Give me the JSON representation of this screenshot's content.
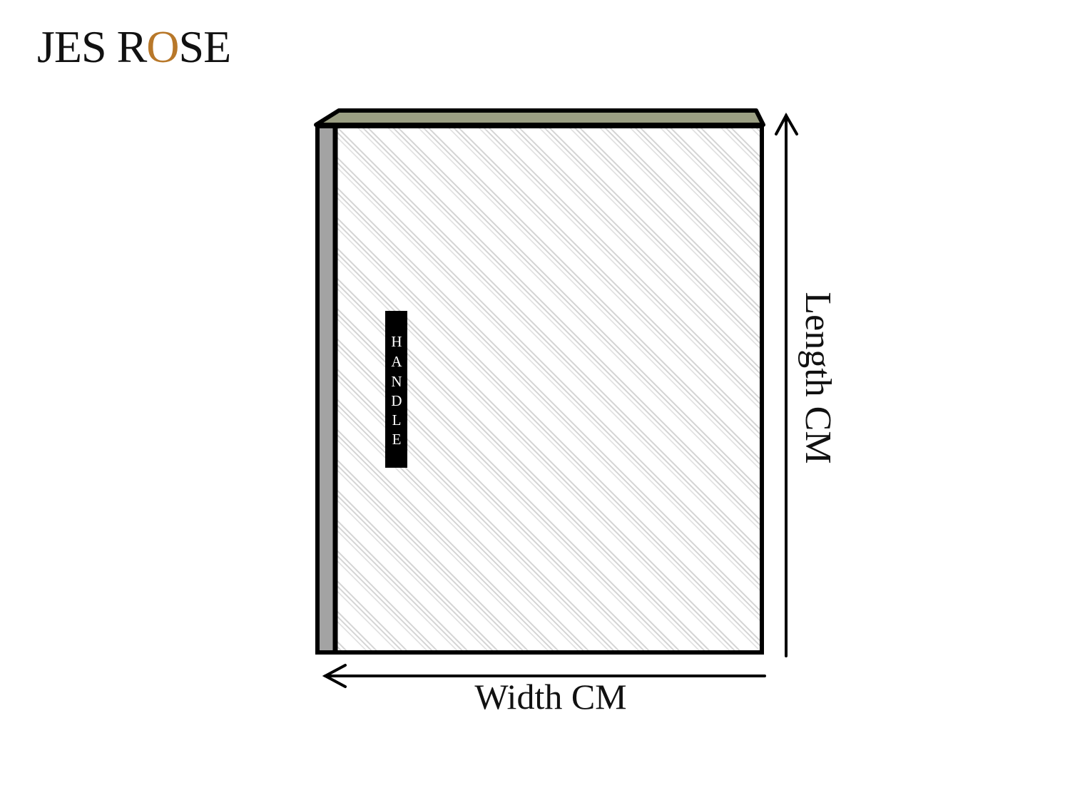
{
  "logo": {
    "part1": "JES",
    "part2": "R",
    "part3": "O",
    "part4": "SE"
  },
  "handle_letters": [
    "H",
    "A",
    "N",
    "D",
    "L",
    "E"
  ],
  "labels": {
    "length": "Length CM",
    "width": "Width CM"
  },
  "colors": {
    "top_edge": "#9b9f83",
    "side_edge": "#a3a3a3",
    "hatch": "#d4d4d4",
    "outline": "#000000",
    "logo_accent": "#b8782a"
  }
}
